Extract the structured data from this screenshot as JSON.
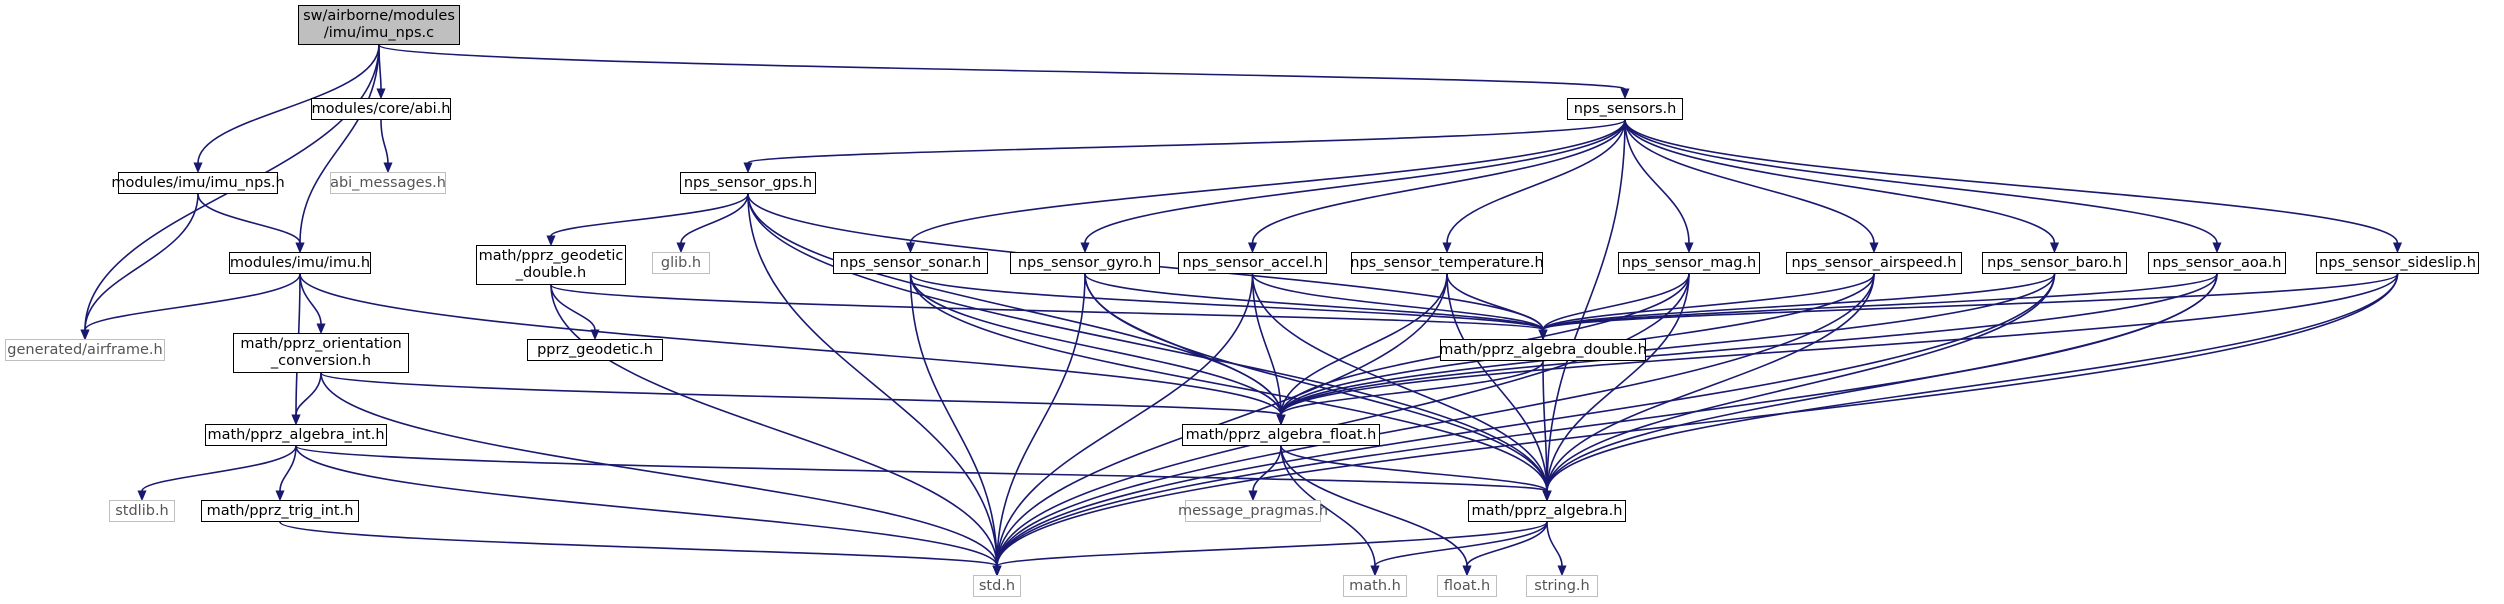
{
  "colors": {
    "edge": "#191970",
    "root_fill": "#bfbfbf",
    "external_border": "#bfbfbf",
    "node_border": "#000000"
  },
  "nodes": {
    "imu_nps_c": "sw/airborne/modules\n/imu/imu_nps.c",
    "core_abi_h": "modules/core/abi.h",
    "abi_messages_h": "abi_messages.h",
    "imu_nps_h": "modules/imu/imu_nps.h",
    "imu_h": "modules/imu/imu.h",
    "airframe_h": "generated/airframe.h",
    "orientation_conv_h": "math/pprz_orientation\n_conversion.h",
    "algebra_int_h": "math/pprz_algebra_int.h",
    "stdlib_h": "stdlib.h",
    "trig_int_h": "math/pprz_trig_int.h",
    "std_h": "std.h",
    "nps_sensors_h": "nps_sensors.h",
    "nps_sensor_gps_h": "nps_sensor_gps.h",
    "geodetic_double_h": "math/pprz_geodetic\n_double.h",
    "pprz_geodetic_h": "pprz_geodetic.h",
    "glib_h": "glib.h",
    "nps_sensor_sonar_h": "nps_sensor_sonar.h",
    "nps_sensor_gyro_h": "nps_sensor_gyro.h",
    "nps_sensor_accel_h": "nps_sensor_accel.h",
    "nps_sensor_temperature_h": "nps_sensor_temperature.h",
    "nps_sensor_mag_h": "nps_sensor_mag.h",
    "nps_sensor_airspeed_h": "nps_sensor_airspeed.h",
    "nps_sensor_baro_h": "nps_sensor_baro.h",
    "nps_sensor_aoa_h": "nps_sensor_aoa.h",
    "nps_sensor_sideslip_h": "nps_sensor_sideslip.h",
    "algebra_double_h": "math/pprz_algebra_double.h",
    "algebra_float_h": "math/pprz_algebra_float.h",
    "message_pragmas_h": "message_pragmas.h",
    "algebra_h": "math/pprz_algebra.h",
    "math_h": "math.h",
    "float_h": "float.h",
    "string_h": "string.h"
  },
  "edges": [
    [
      "imu_nps_c",
      "core_abi_h"
    ],
    [
      "imu_nps_c",
      "imu_nps_h"
    ],
    [
      "imu_nps_c",
      "imu_h"
    ],
    [
      "imu_nps_c",
      "airframe_h"
    ],
    [
      "imu_nps_c",
      "nps_sensors_h"
    ],
    [
      "core_abi_h",
      "abi_messages_h"
    ],
    [
      "imu_nps_h",
      "imu_h"
    ],
    [
      "imu_nps_h",
      "airframe_h"
    ],
    [
      "imu_h",
      "airframe_h"
    ],
    [
      "imu_h",
      "orientation_conv_h"
    ],
    [
      "imu_h",
      "algebra_int_h"
    ],
    [
      "imu_h",
      "algebra_float_h"
    ],
    [
      "orientation_conv_h",
      "algebra_int_h"
    ],
    [
      "orientation_conv_h",
      "algebra_float_h"
    ],
    [
      "orientation_conv_h",
      "std_h"
    ],
    [
      "algebra_int_h",
      "stdlib_h"
    ],
    [
      "algebra_int_h",
      "trig_int_h"
    ],
    [
      "algebra_int_h",
      "std_h"
    ],
    [
      "algebra_int_h",
      "algebra_h"
    ],
    [
      "trig_int_h",
      "std_h"
    ],
    [
      "nps_sensors_h",
      "nps_sensor_gps_h"
    ],
    [
      "nps_sensors_h",
      "nps_sensor_sonar_h"
    ],
    [
      "nps_sensors_h",
      "nps_sensor_gyro_h"
    ],
    [
      "nps_sensors_h",
      "nps_sensor_accel_h"
    ],
    [
      "nps_sensors_h",
      "nps_sensor_temperature_h"
    ],
    [
      "nps_sensors_h",
      "nps_sensor_mag_h"
    ],
    [
      "nps_sensors_h",
      "nps_sensor_airspeed_h"
    ],
    [
      "nps_sensors_h",
      "nps_sensor_baro_h"
    ],
    [
      "nps_sensors_h",
      "nps_sensor_aoa_h"
    ],
    [
      "nps_sensors_h",
      "nps_sensor_sideslip_h"
    ],
    [
      "nps_sensors_h",
      "algebra_h"
    ],
    [
      "nps_sensor_gps_h",
      "geodetic_double_h"
    ],
    [
      "nps_sensor_gps_h",
      "glib_h"
    ],
    [
      "nps_sensor_gps_h",
      "std_h"
    ],
    [
      "nps_sensor_gps_h",
      "algebra_double_h"
    ],
    [
      "nps_sensor_gps_h",
      "algebra_float_h"
    ],
    [
      "nps_sensor_gps_h",
      "algebra_h"
    ],
    [
      "geodetic_double_h",
      "pprz_geodetic_h"
    ],
    [
      "geodetic_double_h",
      "std_h"
    ],
    [
      "geodetic_double_h",
      "algebra_double_h"
    ],
    [
      "nps_sensor_sonar_h",
      "std_h"
    ],
    [
      "nps_sensor_sonar_h",
      "algebra_double_h"
    ],
    [
      "nps_sensor_sonar_h",
      "algebra_float_h"
    ],
    [
      "nps_sensor_sonar_h",
      "algebra_h"
    ],
    [
      "nps_sensor_gyro_h",
      "std_h"
    ],
    [
      "nps_sensor_gyro_h",
      "algebra_double_h"
    ],
    [
      "nps_sensor_gyro_h",
      "algebra_float_h"
    ],
    [
      "nps_sensor_gyro_h",
      "algebra_h"
    ],
    [
      "nps_sensor_accel_h",
      "std_h"
    ],
    [
      "nps_sensor_accel_h",
      "algebra_double_h"
    ],
    [
      "nps_sensor_accel_h",
      "algebra_float_h"
    ],
    [
      "nps_sensor_accel_h",
      "algebra_h"
    ],
    [
      "nps_sensor_temperature_h",
      "std_h"
    ],
    [
      "nps_sensor_temperature_h",
      "algebra_double_h"
    ],
    [
      "nps_sensor_temperature_h",
      "algebra_float_h"
    ],
    [
      "nps_sensor_temperature_h",
      "algebra_h"
    ],
    [
      "nps_sensor_mag_h",
      "std_h"
    ],
    [
      "nps_sensor_mag_h",
      "algebra_double_h"
    ],
    [
      "nps_sensor_mag_h",
      "algebra_float_h"
    ],
    [
      "nps_sensor_mag_h",
      "algebra_h"
    ],
    [
      "nps_sensor_airspeed_h",
      "std_h"
    ],
    [
      "nps_sensor_airspeed_h",
      "algebra_double_h"
    ],
    [
      "nps_sensor_airspeed_h",
      "algebra_float_h"
    ],
    [
      "nps_sensor_airspeed_h",
      "algebra_h"
    ],
    [
      "nps_sensor_baro_h",
      "std_h"
    ],
    [
      "nps_sensor_baro_h",
      "algebra_double_h"
    ],
    [
      "nps_sensor_baro_h",
      "algebra_float_h"
    ],
    [
      "nps_sensor_baro_h",
      "algebra_h"
    ],
    [
      "nps_sensor_aoa_h",
      "std_h"
    ],
    [
      "nps_sensor_aoa_h",
      "algebra_double_h"
    ],
    [
      "nps_sensor_aoa_h",
      "algebra_float_h"
    ],
    [
      "nps_sensor_aoa_h",
      "algebra_h"
    ],
    [
      "nps_sensor_sideslip_h",
      "std_h"
    ],
    [
      "nps_sensor_sideslip_h",
      "algebra_double_h"
    ],
    [
      "nps_sensor_sideslip_h",
      "algebra_float_h"
    ],
    [
      "nps_sensor_sideslip_h",
      "algebra_h"
    ],
    [
      "algebra_double_h",
      "algebra_float_h"
    ],
    [
      "algebra_double_h",
      "algebra_h"
    ],
    [
      "algebra_float_h",
      "message_pragmas_h"
    ],
    [
      "algebra_float_h",
      "math_h"
    ],
    [
      "algebra_float_h",
      "float_h"
    ],
    [
      "algebra_float_h",
      "algebra_h"
    ],
    [
      "algebra_h",
      "std_h"
    ],
    [
      "algebra_h",
      "math_h"
    ],
    [
      "algebra_h",
      "float_h"
    ],
    [
      "algebra_h",
      "string_h"
    ]
  ]
}
